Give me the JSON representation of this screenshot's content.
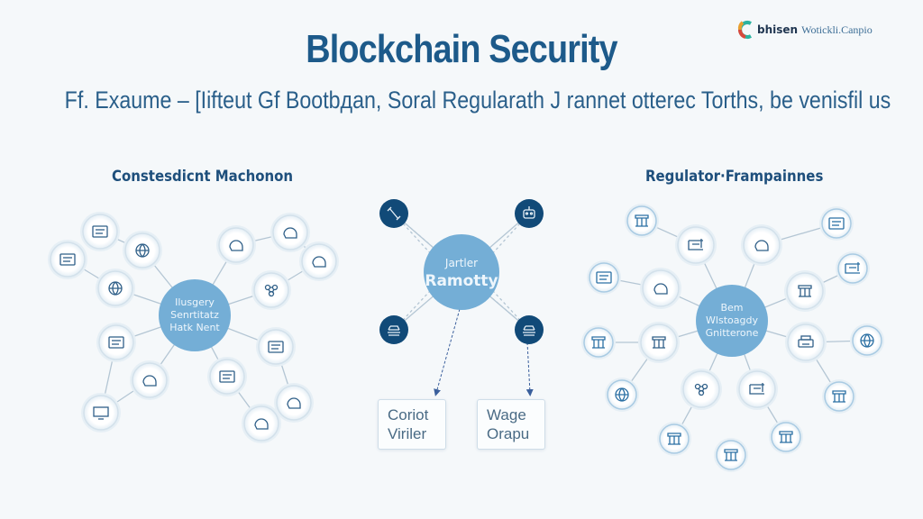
{
  "brand": {
    "name": "bhisen",
    "tagline": "Wotickli.Canpio"
  },
  "header": {
    "title": "Blockchain Security",
    "subtitle": "Ff. Exaume – [Iifteut Gf Bootbдan, Soral Regularath J rannet otterec Torths, be venisfil us"
  },
  "sections": {
    "left": {
      "heading": "Constesdicnt Machonon",
      "hub_label": [
        "Ilusgery",
        "Senrtitatz",
        "Hatk Nent"
      ],
      "node_icons": [
        "document-icon",
        "document-icon",
        "gear-cluster-icon",
        "globe-icon",
        "chat-bubble-icon",
        "chat-bubble-icon",
        "chat-bubble-icon",
        "network-icon",
        "document-icon",
        "chat-bubble-icon",
        "document-icon",
        "document-icon",
        "chat-bubble-icon",
        "monitor-icon",
        "chat-bubble-icon"
      ]
    },
    "center": {
      "hub_label_top": "Jartler",
      "hub_label_main": "Ramotty",
      "satellite_icons": [
        "wrench-icon",
        "robot-icon",
        "server-icon",
        "server-icon"
      ],
      "outputs": [
        {
          "line1": "Coriot",
          "line2": "Viriler"
        },
        {
          "line1": "Wage",
          "line2": "Orapu"
        }
      ]
    },
    "right": {
      "heading": "Regulator·Frampainnes",
      "hub_label": [
        "Bem",
        "Wlstoagdy",
        "Gnitterone"
      ],
      "node_icons": [
        "contract-icon",
        "chat-bubble-icon",
        "chat-bubble-icon",
        "building-icon",
        "building-icon",
        "printer-icon",
        "network-icon",
        "contract-icon",
        "building-icon",
        "document-icon",
        "document-icon",
        "contract-icon",
        "building-icon",
        "globe-icon",
        "globe-icon",
        "building-icon",
        "building-icon",
        "building-icon",
        "building-icon"
      ]
    }
  },
  "colors": {
    "title": "#1d5a8a",
    "hub": "#74aed6",
    "satellite_dark": "#114a78",
    "line": "#b4c6d4",
    "arrow": "#3a5f9c"
  }
}
